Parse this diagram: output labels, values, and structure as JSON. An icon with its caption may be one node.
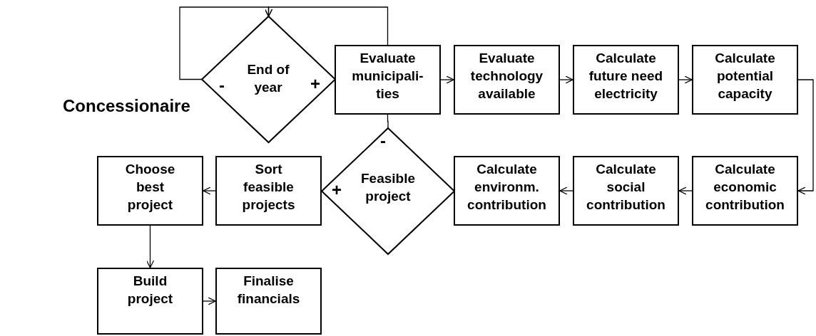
{
  "diagram": {
    "nodes": [
      {
        "text": [
          "-",
          "End of year",
          "+"
        ]
      },
      {
        "text": [
          "Evaluate municipali- ties"
        ]
      },
      {
        "text": [
          "Evaluate technology available"
        ]
      },
      {
        "text": [
          "Calculate future need electricity"
        ]
      },
      {
        "text": [
          "Calculate potential capacity"
        ]
      },
      {
        "text": [
          "-",
          "+",
          "Feasible project"
        ]
      },
      {
        "text": [
          "Calculate environm. contribution"
        ]
      },
      {
        "text": [
          "Calculate social contribution"
        ]
      },
      {
        "text": [
          "Calculate economic contribution"
        ]
      },
      {
        "text": [
          "Choose best project"
        ]
      },
      {
        "text": [
          "Sort feasible projects"
        ]
      },
      {
        "text": [
          "Build project"
        ]
      },
      {
        "text": [
          "Finalise financials"
        ]
      }
    ],
    "edges": [
      {
        "from": 0,
        "to": 0,
        "arrow": "to"
      },
      {
        "from": 1,
        "to": 0,
        "arrow": "to"
      },
      {
        "from": 1,
        "to": 2,
        "arrow": "to"
      },
      {
        "from": 2,
        "to": 3,
        "arrow": "to"
      },
      {
        "from": 3,
        "to": 4,
        "arrow": "to"
      },
      {
        "from": 4,
        "to": 8,
        "arrow": "to"
      },
      {
        "from": 8,
        "to": 7,
        "arrow": "to"
      },
      {
        "from": 7,
        "to": 6,
        "arrow": "to"
      },
      {
        "from": 1,
        "to": 5,
        "arrow": "none"
      },
      {
        "from": 10,
        "to": 9,
        "arrow": "to"
      },
      {
        "from": 9,
        "to": 11,
        "arrow": "to"
      },
      {
        "from": 11,
        "to": 12,
        "arrow": "to"
      }
    ],
    "labels": [
      "Concessionaire"
    ]
  }
}
